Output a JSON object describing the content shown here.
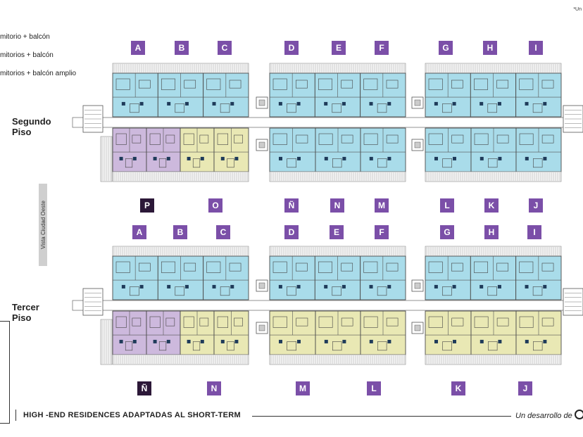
{
  "legend": [
    "mitorio + balcón",
    "mitorios + balcón",
    "mitorios + balcón amplio"
  ],
  "note": "*Un",
  "side_label": "Vista Ciudad Oeste",
  "floors": [
    {
      "label_line1": "Segundo",
      "label_line2": "Piso",
      "top_units": [
        "A",
        "B",
        "C",
        "D",
        "E",
        "F",
        "G",
        "H",
        "I"
      ],
      "bottom_units": [
        "P",
        "O",
        "Ñ",
        "N",
        "M",
        "L",
        "K",
        "J"
      ]
    },
    {
      "label_line1": "Tercer",
      "label_line2": "Piso",
      "top_units": [
        "A",
        "B",
        "C",
        "D",
        "E",
        "F",
        "G",
        "H",
        "I"
      ],
      "bottom_units": [
        "Ñ",
        "N",
        "M",
        "L",
        "K",
        "J"
      ]
    }
  ],
  "footer": {
    "tagline": "HIGH -END RESIDENCES ADAPTADAS AL SHORT-TERM",
    "developer": "Un desarrollo de"
  },
  "colors": {
    "badge": "#7b4fa8",
    "badge_dark": "#2c1838",
    "unit_blue": "#a9dcea",
    "unit_yellow": "#e9e8b4",
    "unit_purple": "#cdb9dd"
  }
}
